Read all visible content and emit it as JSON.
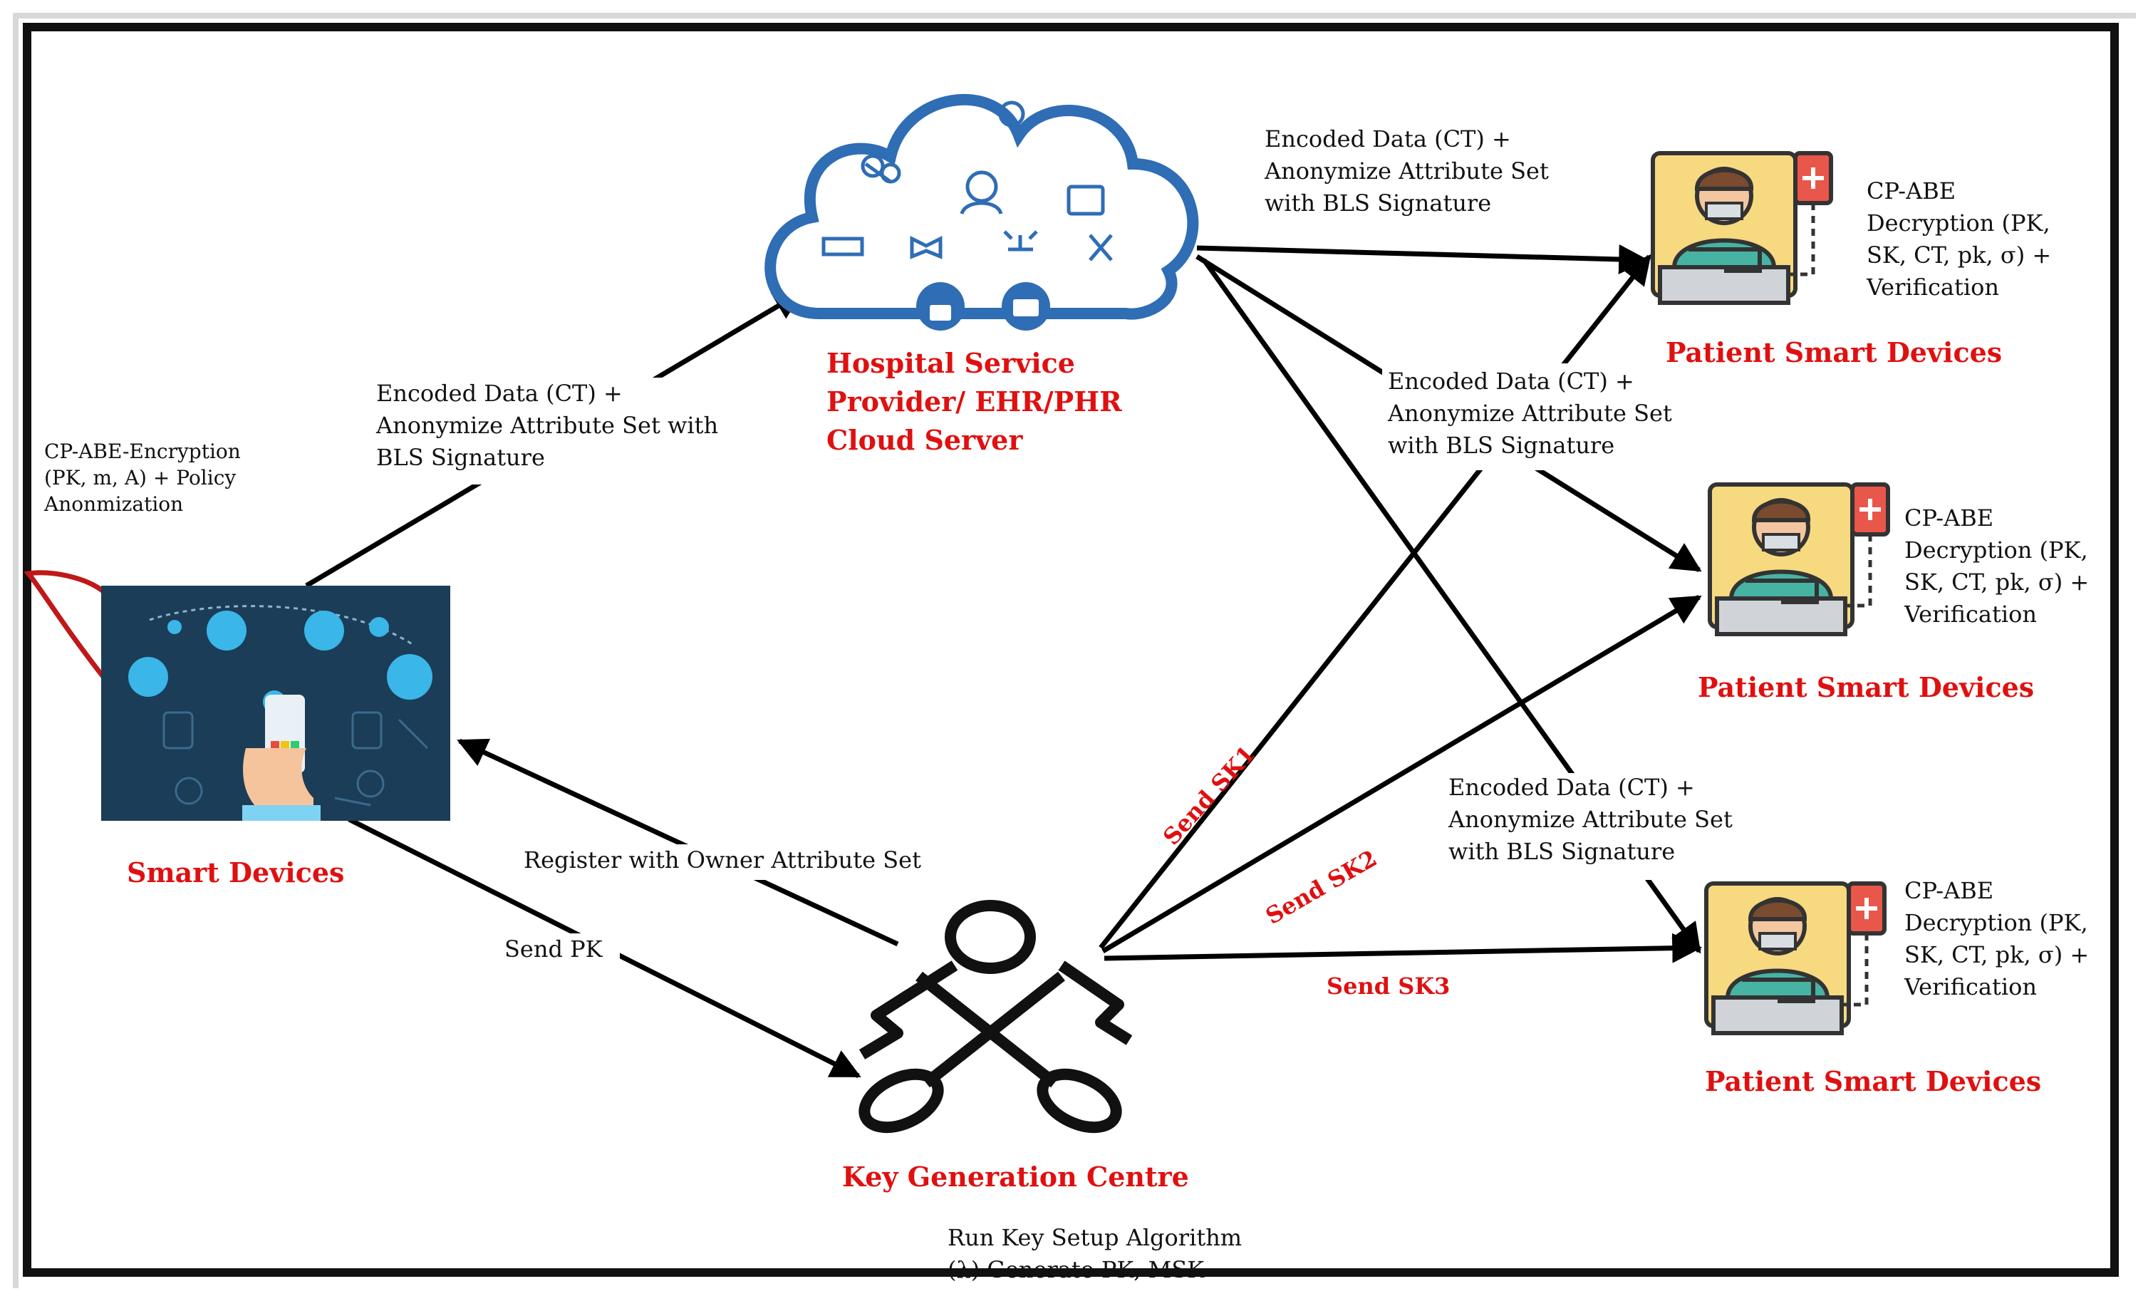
{
  "labels": {
    "owner_encrypt": "CP-ABE-Encryption\n(PK, m, A) + Policy\nAnonmization",
    "upload_edge": "Encoded Data (CT) +\nAnonymize Attribute Set with\nBLS Signature",
    "cloud_to_p1": "Encoded Data (CT) +\nAnonymize Attribute Set\nwith BLS Signature",
    "cloud_to_p2": "Encoded Data (CT) +\nAnonymize Attribute Set\nwith BLS Signature",
    "cloud_to_p3": "Encoded Data (CT) +\nAnonymize Attribute Set\nwith BLS Signature",
    "register": "Register with Owner Attribute Set",
    "send_pk": "Send PK",
    "key_setup": "Run Key Setup Algorithm\n(λ) Generate PK, MSK",
    "decrypt_1": "CP-ABE\nDecryption (PK,\nSK, CT, pk, σ) +\nVerification",
    "decrypt_2": "CP-ABE\nDecryption (PK,\nSK, CT, pk, σ) +\nVerification",
    "decrypt_3": "CP-ABE\nDecryption (PK,\nSK, CT, pk, σ) +\nVerification"
  },
  "titles": {
    "cloud": "Hospital Service\nProvider/ EHR/PHR\nCloud Server",
    "smart_devices": "Smart Devices",
    "kgc": "Key Generation Centre",
    "patient_1": "Patient Smart Devices",
    "patient_2": "Patient Smart Devices",
    "patient_3": "Patient Smart Devices"
  },
  "sk_labels": {
    "sk1": "Send SK1",
    "sk2": "Send SK2",
    "sk3": "Send SK3"
  },
  "colors": {
    "title_red": "#e01010",
    "cloud_blue": "#2f6db5",
    "panel_dark": "#1b3d57",
    "patient_teal": "#46b3a3",
    "iv_red": "#e8574a",
    "bed_yellow": "#f7d980"
  },
  "icons": {
    "cloud": "cloud-with-medical-icons",
    "smart_devices": "smartphone-health-apps-icon",
    "kgc": "crossed-keys-icon",
    "patient": "patient-bed-iv-icon"
  }
}
